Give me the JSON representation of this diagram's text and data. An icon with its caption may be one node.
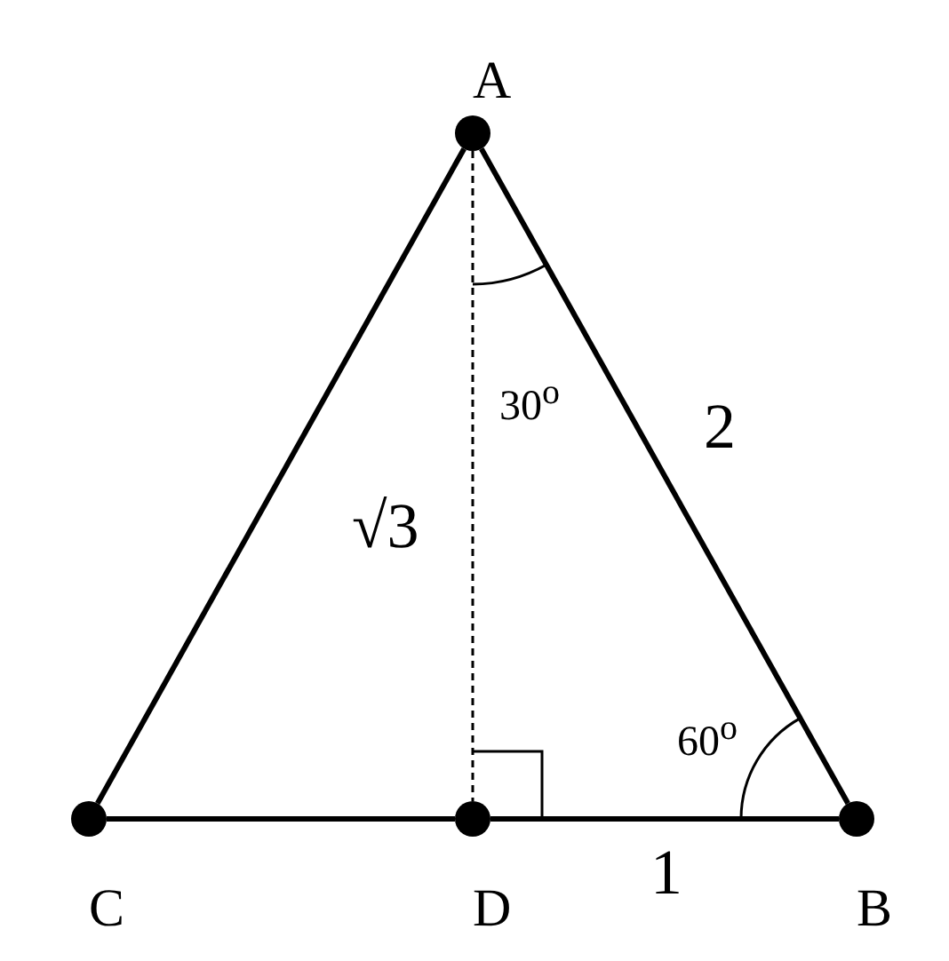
{
  "diagram": {
    "nodes": [
      {
        "text": [
          "A"
        ]
      },
      {
        "text": [
          "C"
        ]
      },
      {
        "text": [
          "D"
        ]
      },
      {
        "text": [
          "B"
        ]
      }
    ],
    "edges": [
      {
        "from": 0,
        "to": 1,
        "arrow": "none"
      },
      {
        "from": 0,
        "to": 3,
        "arrow": "none",
        "label": "2"
      },
      {
        "from": 1,
        "to": 2,
        "arrow": "none"
      },
      {
        "from": 2,
        "to": 3,
        "arrow": "none",
        "label": "1"
      },
      {
        "from": 0,
        "to": 2,
        "arrow": "none",
        "style": "dashed",
        "label": "√3"
      }
    ],
    "labels": [
      "30$^{o}$",
      "60$^{o}$"
    ]
  }
}
